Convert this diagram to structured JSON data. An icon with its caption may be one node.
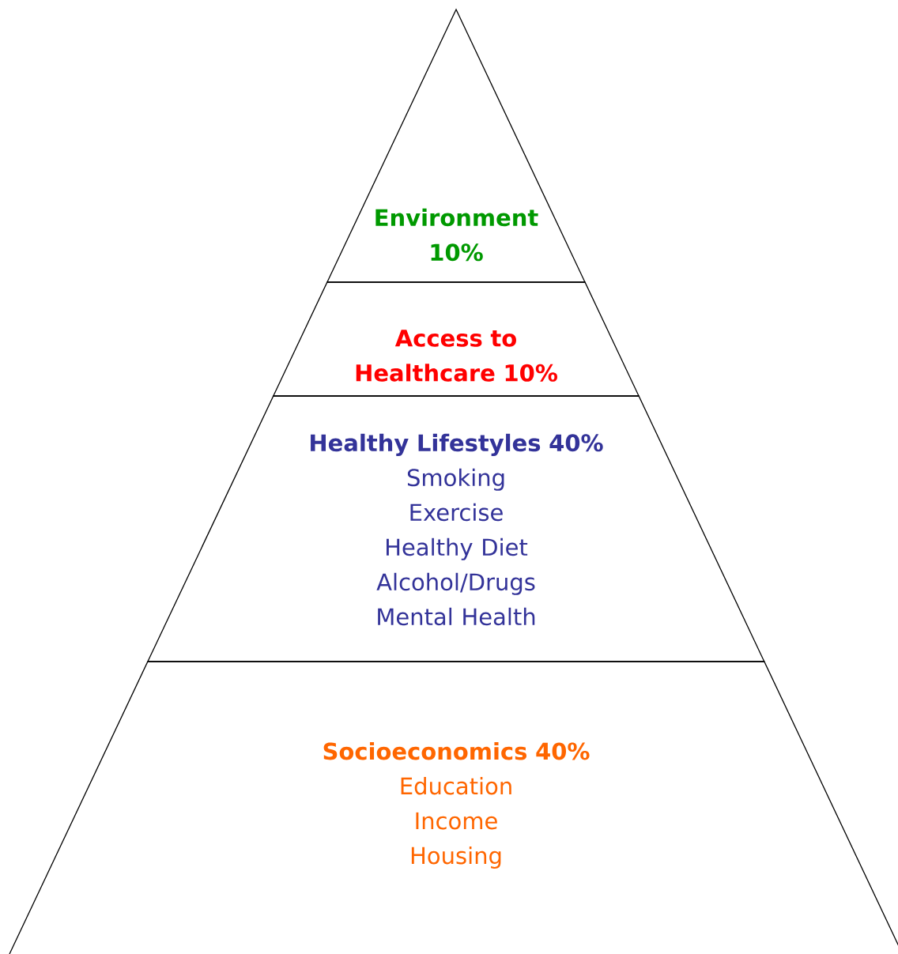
{
  "diagram": {
    "nodes": [
      {
        "text": [
          "Environment 10%"
        ]
      },
      {
        "text": [
          "Access to Healthcare 10%"
        ]
      },
      {
        "text": [
          "Healthy Lifestyles 40%",
          "Smoking",
          "Exercise",
          "Healthy Diet",
          "Alcohol/Drugs",
          "Mental Health"
        ]
      },
      {
        "text": [
          "Socioeconomics 40%",
          "Education",
          "Income",
          "Housing"
        ]
      }
    ]
  }
}
